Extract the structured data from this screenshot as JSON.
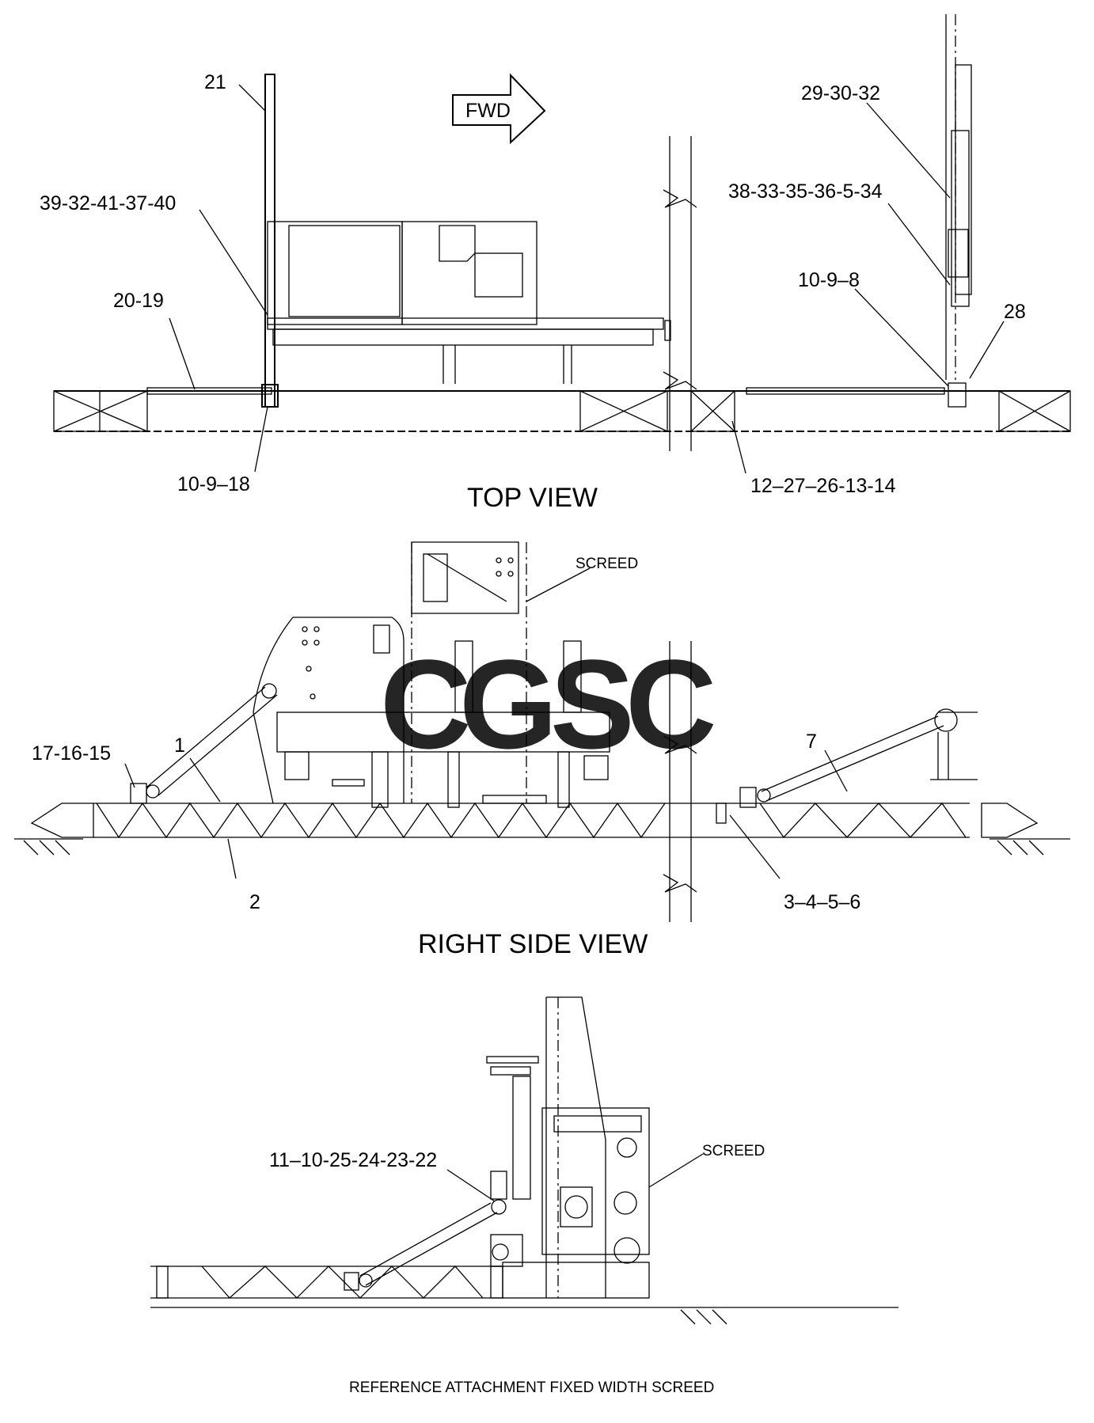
{
  "labels": {
    "top": {
      "l21": "21",
      "l39": "39-32-41-37-40",
      "l2019": "20-19",
      "l10918": "10-9–18",
      "l29": "29-30-32",
      "l38": "38-33-35-36-5-34",
      "l1098": "10-9–8",
      "l28": "28",
      "l12": "12–27–26-13-14",
      "fwd": "FWD"
    },
    "side": {
      "screed": "SCREED",
      "l17": "17-16-15",
      "l1": "1",
      "l2": "2",
      "l7": "7",
      "l3456": "3–4–5–6"
    },
    "bottom": {
      "l11": "11–10-25-24-23-22",
      "screed": "SCREED"
    }
  },
  "titles": {
    "top_view": "TOP VIEW",
    "side_view": "RIGHT SIDE VIEW"
  },
  "caption": "REFERENCE ATTACHMENT FIXED WIDTH SCREED",
  "watermark": {
    "letters": [
      "C",
      "G",
      "S",
      "C"
    ],
    "colors": [
      "#4a8fe6",
      "#e8614f",
      "#f5c542",
      "#3fa86b"
    ]
  }
}
